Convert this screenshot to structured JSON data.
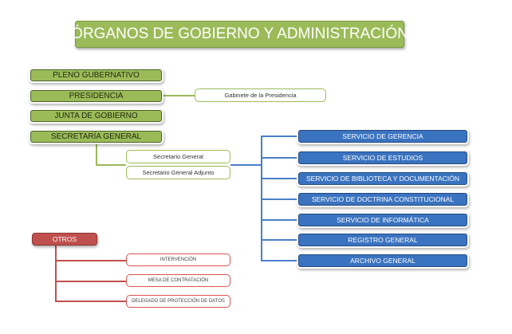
{
  "title": "ÓRGANOS DE GOBIERNO Y ADMINISTRACIÓN",
  "organs": [
    "PLENO GUBERNATIVO",
    "PRESIDENCIA",
    "JUNTA DE GOBIERNO",
    "SECRETARÍA GENERAL"
  ],
  "presidencia_child": "Gabinete de la Presidencia",
  "secretaria_children": [
    "Secretario General",
    "Secretario General Adjunto"
  ],
  "services": [
    "SERVICIO DE GERENCIA",
    "SERVICIO DE ESTUDIOS",
    "SERVICIO DE BIBLIOTECA Y DOCUMENTACIÓN",
    "SERVICIO DE DOCTRINA CONSTITUCIONAL",
    "SERVICIO DE INFORMÁTICA",
    "REGISTRO GENERAL",
    "ARCHIVO GENERAL"
  ],
  "otros": {
    "label": "OTROS",
    "children": [
      "INTERVENCIÓN",
      "MESA DE CONTRATACIÓN",
      "DELEGADO DE PROTECCIÓN DE DATOS"
    ]
  },
  "colors": {
    "green": "#9bbb59",
    "blue": "#3a73c0",
    "red": "#c0504d"
  }
}
